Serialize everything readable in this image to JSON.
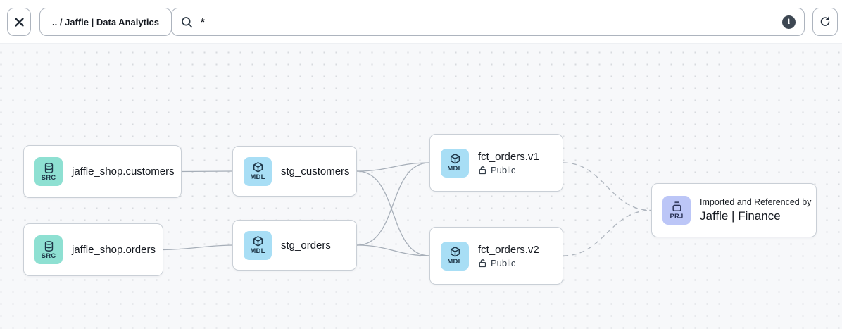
{
  "toolbar": {
    "breadcrumb": ".. / Jaffle | Data Analytics",
    "search_value": "*"
  },
  "colors": {
    "src_badge": "#8ee0d2",
    "mdl_badge": "#a8def5",
    "prj_badge": "#bcc6f7"
  },
  "graph": {
    "nodes": [
      {
        "badge": "SRC",
        "title": "jaffle_shop.customers"
      },
      {
        "badge": "SRC",
        "title": "jaffle_shop.orders"
      },
      {
        "badge": "MDL",
        "title": "stg_customers"
      },
      {
        "badge": "MDL",
        "title": "stg_orders"
      },
      {
        "badge": "MDL",
        "title": "fct_orders.v1",
        "access": "Public"
      },
      {
        "badge": "MDL",
        "title": "fct_orders.v2",
        "access": "Public"
      },
      {
        "badge": "PRJ",
        "subtitle": "Imported and Referenced by",
        "title": "Jaffle | Finance"
      }
    ]
  }
}
